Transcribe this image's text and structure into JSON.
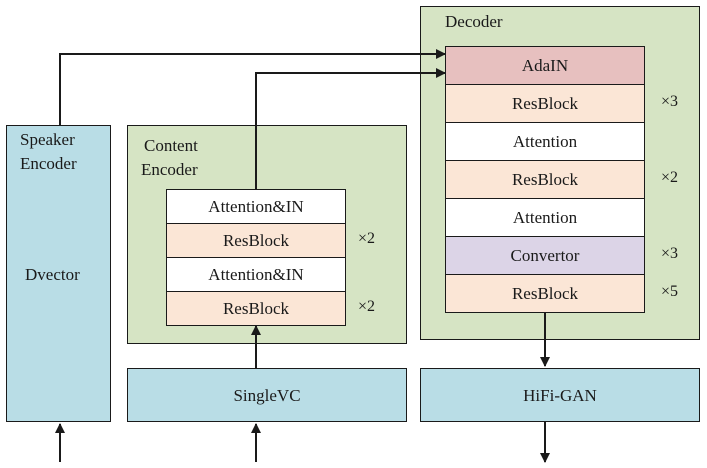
{
  "colors": {
    "group_green": "#d6e4c4",
    "group_blue": "#b9dde6",
    "resblock": "#fbe6d6",
    "attention": "#ffffff",
    "adain": "#e7c0bf",
    "convertor": "#dcd4e7",
    "line": "#1a1a1a"
  },
  "speaker_encoder": {
    "title_line1": "Speaker",
    "title_line2": "Encoder",
    "inner_label": "Dvector"
  },
  "content_encoder": {
    "title_line1": "Content",
    "title_line2": "Encoder",
    "blocks": [
      {
        "label": "Attention&IN",
        "type": "attention",
        "multiplier": ""
      },
      {
        "label": "ResBlock",
        "type": "resblock",
        "multiplier": "×2"
      },
      {
        "label": "Attention&IN",
        "type": "attention",
        "multiplier": ""
      },
      {
        "label": "ResBlock",
        "type": "resblock",
        "multiplier": "×2"
      }
    ]
  },
  "decoder": {
    "title": "Decoder",
    "blocks": [
      {
        "label": "AdaIN",
        "type": "adain",
        "multiplier": ""
      },
      {
        "label": "ResBlock",
        "type": "resblock",
        "multiplier": "×3"
      },
      {
        "label": "Attention",
        "type": "attention",
        "multiplier": ""
      },
      {
        "label": "ResBlock",
        "type": "resblock",
        "multiplier": "×2"
      },
      {
        "label": "Attention",
        "type": "attention",
        "multiplier": ""
      },
      {
        "label": "Convertor",
        "type": "convertor",
        "multiplier": "×3"
      },
      {
        "label": "ResBlock",
        "type": "resblock",
        "multiplier": "×5"
      }
    ]
  },
  "singlevc": {
    "label": "SingleVC"
  },
  "hifigan": {
    "label": "HiFi-GAN"
  }
}
